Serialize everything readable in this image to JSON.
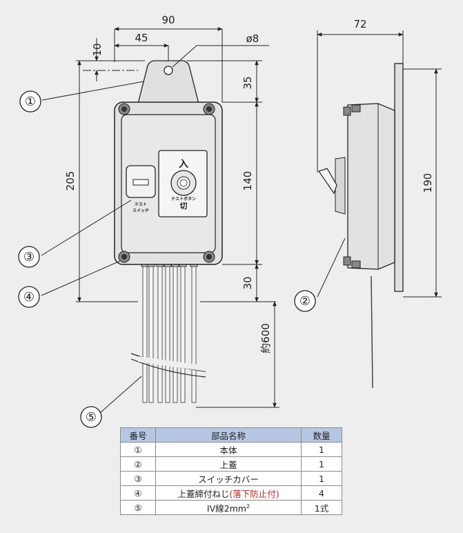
{
  "dimensions": {
    "width_total": "90",
    "mount_offset": "45",
    "hole_diameter": "ø8",
    "top_gap": "10",
    "bracket_height": "35",
    "overall_height": "205",
    "body_height": "140",
    "bottom_height": "30",
    "side_depth": "72",
    "side_height": "190",
    "cable_length": "約600"
  },
  "panel_labels": {
    "on": "入",
    "off": "切",
    "test_button": "テストボタン",
    "test_switch_line1": "テスト",
    "test_switch_line2": "スイッチ"
  },
  "callouts": [
    "①",
    "②",
    "③",
    "④",
    "⑤"
  ],
  "table": {
    "headers": {
      "number": "番号",
      "name": "部品名称",
      "quantity": "数量"
    },
    "rows": [
      {
        "number": "①",
        "name": "本体",
        "quantity": "1"
      },
      {
        "number": "②",
        "name": "上蓋",
        "quantity": "1"
      },
      {
        "number": "③",
        "name": "スイッチカバー",
        "quantity": "1"
      },
      {
        "number": "④",
        "name": "上蓋締付ねじ",
        "note": "(落下防止付)",
        "quantity": "4"
      },
      {
        "number": "⑤",
        "name": "IV線2mm",
        "superscript": "2",
        "quantity": "1式"
      }
    ]
  },
  "colors": {
    "background": "#eeeeee",
    "body_fill": "#e2e2e2",
    "table_header": "#b7c7e3",
    "note_red": "#e01c1c"
  }
}
